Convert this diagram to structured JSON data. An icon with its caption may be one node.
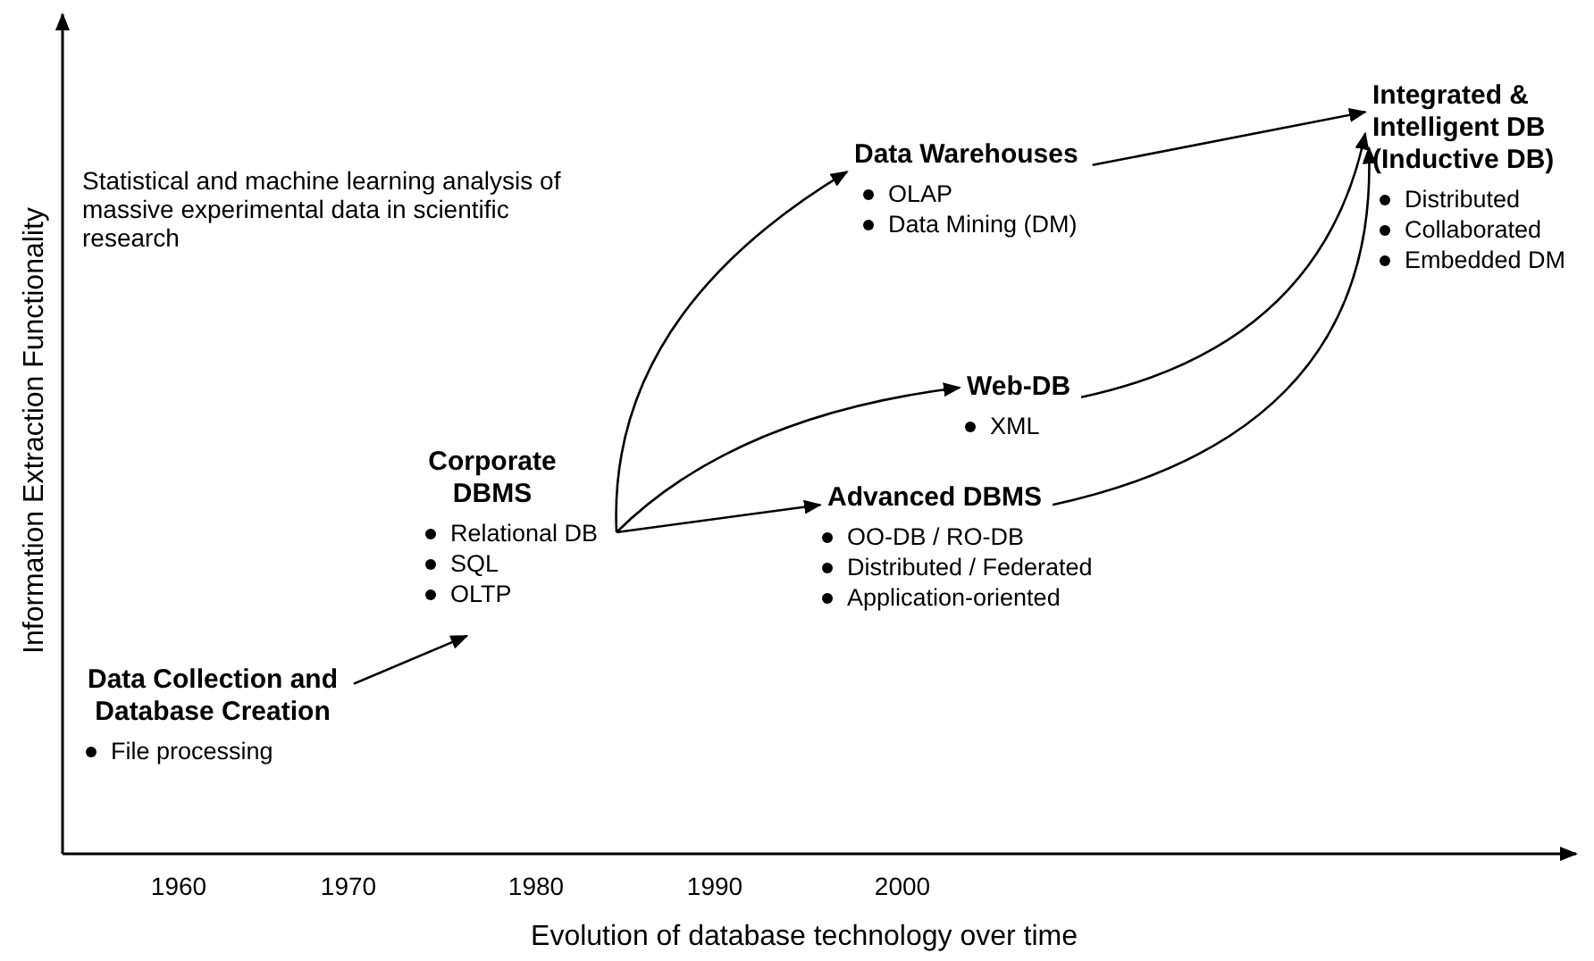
{
  "diagram": {
    "nodes": [
      {
        "text": [
          "Data Collection and Database Creation",
          "File processing"
        ]
      },
      {
        "text": [
          "Corporate DBMS",
          "Relational DB",
          "SQL",
          "OLTP"
        ]
      },
      {
        "text": [
          "Advanced DBMS",
          "OO-DB / RO-DB",
          "Distributed / Federated",
          "Application-oriented"
        ]
      },
      {
        "text": [
          "Web-DB",
          "XML"
        ]
      },
      {
        "text": [
          "Data Warehouses",
          "OLAP",
          "Data Mining (DM)"
        ]
      },
      {
        "text": [
          "Integrated & Intelligent DB (Inductive DB)",
          "Distributed",
          "Collaborated",
          "Embedded DM"
        ]
      }
    ],
    "edges": [
      {
        "from": 0,
        "to": 1,
        "arrow": "to"
      },
      {
        "from": 1,
        "to": 4,
        "arrow": "to"
      },
      {
        "from": 1,
        "to": 3,
        "arrow": "to"
      },
      {
        "from": 1,
        "to": 2,
        "arrow": "to"
      },
      {
        "from": 4,
        "to": 5,
        "arrow": "to"
      },
      {
        "from": 3,
        "to": 5,
        "arrow": "to"
      },
      {
        "from": 2,
        "to": 5,
        "arrow": "to"
      }
    ],
    "labels": [
      "Information Extraction Functionality",
      "Statistical and machine learning analysis of massive experimental data in scientific research",
      "1960",
      "1970",
      "1980",
      "1990",
      "2000",
      "Evolution of database technology over time"
    ]
  }
}
